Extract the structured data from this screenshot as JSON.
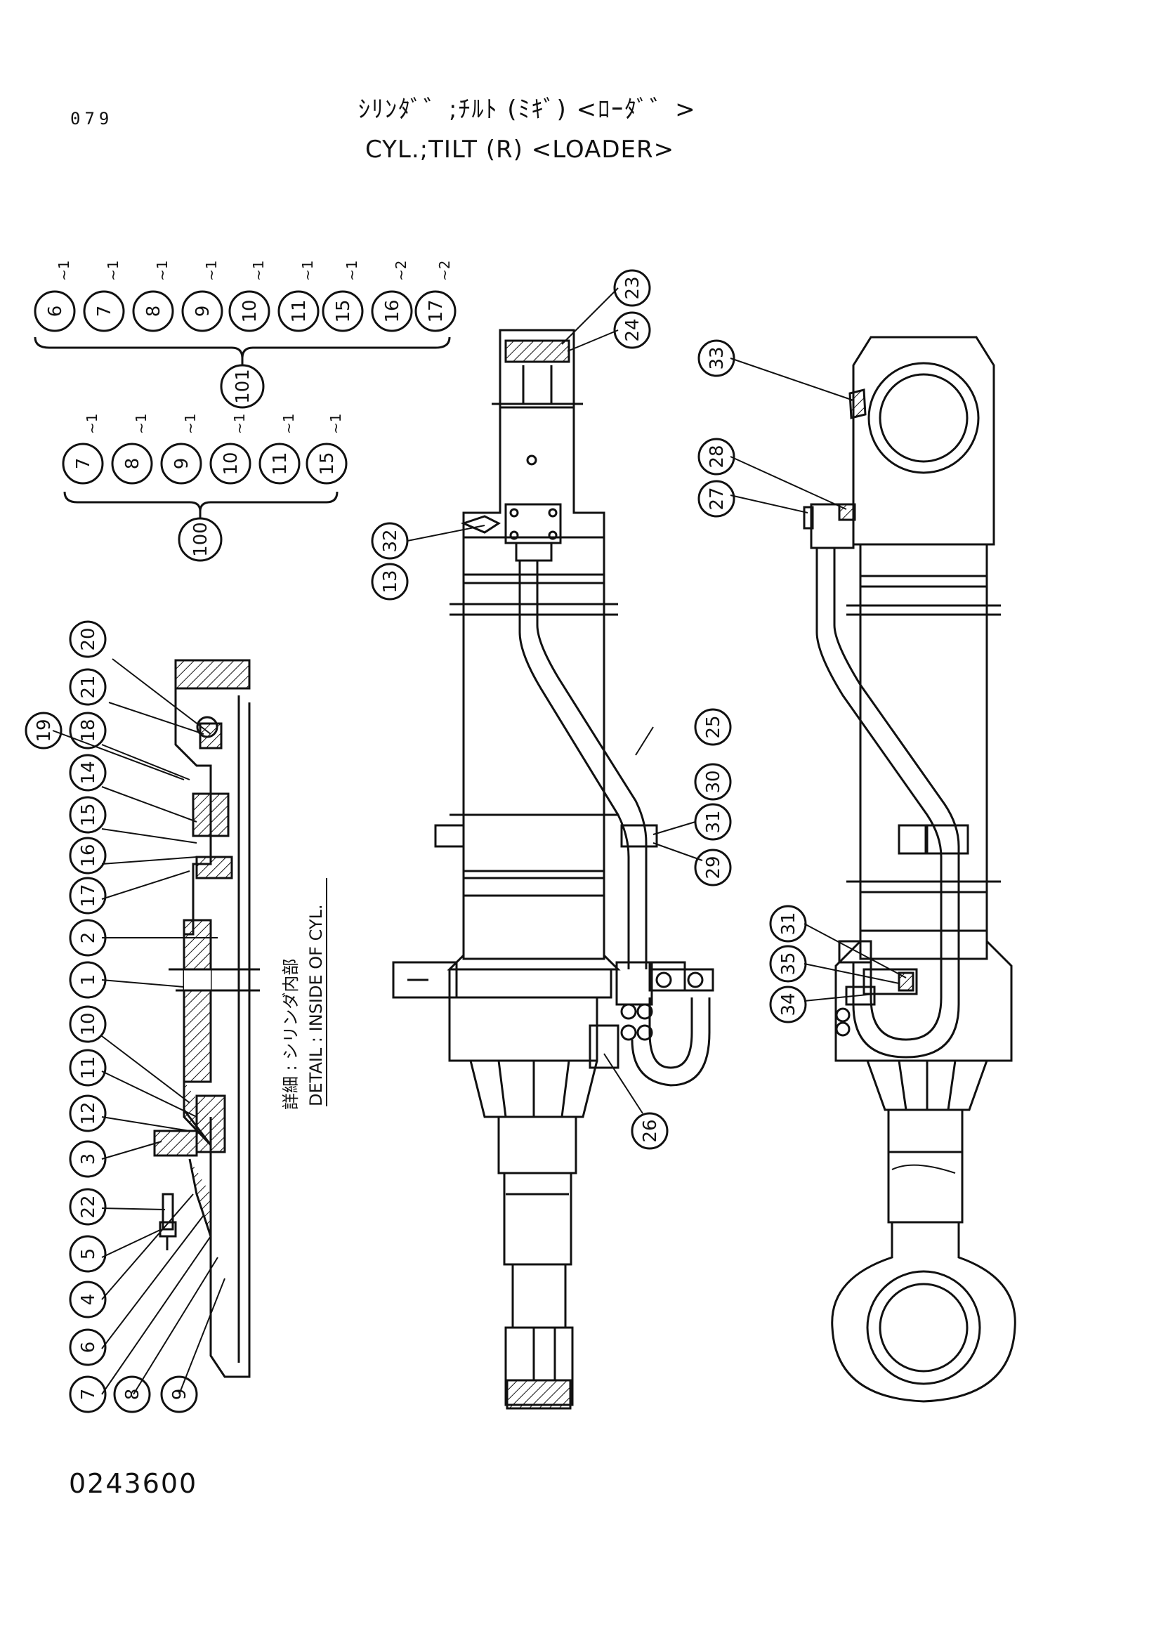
{
  "header": {
    "page_number": "079",
    "title_jp": "ｼﾘﾝﾀﾞ゛;ﾁﾙﾄ (ﾐｷﾞ) <ﾛｰﾀﾞ゛>",
    "title_en": "CYL.;TILT (R) <LOADER>"
  },
  "drawing_code": "0243600",
  "kit_101": {
    "items": [
      {
        "n": "6",
        "s": "~1"
      },
      {
        "n": "7",
        "s": "~1"
      },
      {
        "n": "8",
        "s": "~1"
      },
      {
        "n": "9",
        "s": "~1"
      },
      {
        "n": "10",
        "s": "~1"
      },
      {
        "n": "11",
        "s": "~1"
      },
      {
        "n": "15",
        "s": "~1"
      },
      {
        "n": "16",
        "s": "~2"
      },
      {
        "n": "17",
        "s": "~2"
      }
    ],
    "label": "101"
  },
  "kit_100": {
    "items": [
      {
        "n": "7",
        "s": "~1"
      },
      {
        "n": "8",
        "s": "~1"
      },
      {
        "n": "9",
        "s": "~1"
      },
      {
        "n": "10",
        "s": "~1"
      },
      {
        "n": "11",
        "s": "~1"
      },
      {
        "n": "15",
        "s": "~1"
      }
    ],
    "label": "100"
  },
  "detail_caption_jp": "詳細 : シリンダ内部",
  "detail_caption_en": "DETAIL : INSIDE OF CYL.",
  "detail_callouts": [
    "19",
    "20",
    "21",
    "18",
    "14",
    "15",
    "16",
    "17",
    "2",
    "1",
    "10",
    "11",
    "12",
    "3",
    "22",
    "5",
    "4",
    "6",
    "7",
    "8",
    "9"
  ],
  "middle_callouts": [
    "23",
    "24",
    "32",
    "13",
    "25",
    "30",
    "31",
    "29",
    "26"
  ],
  "right_callouts": [
    "33",
    "28",
    "27",
    "31",
    "35",
    "34"
  ]
}
